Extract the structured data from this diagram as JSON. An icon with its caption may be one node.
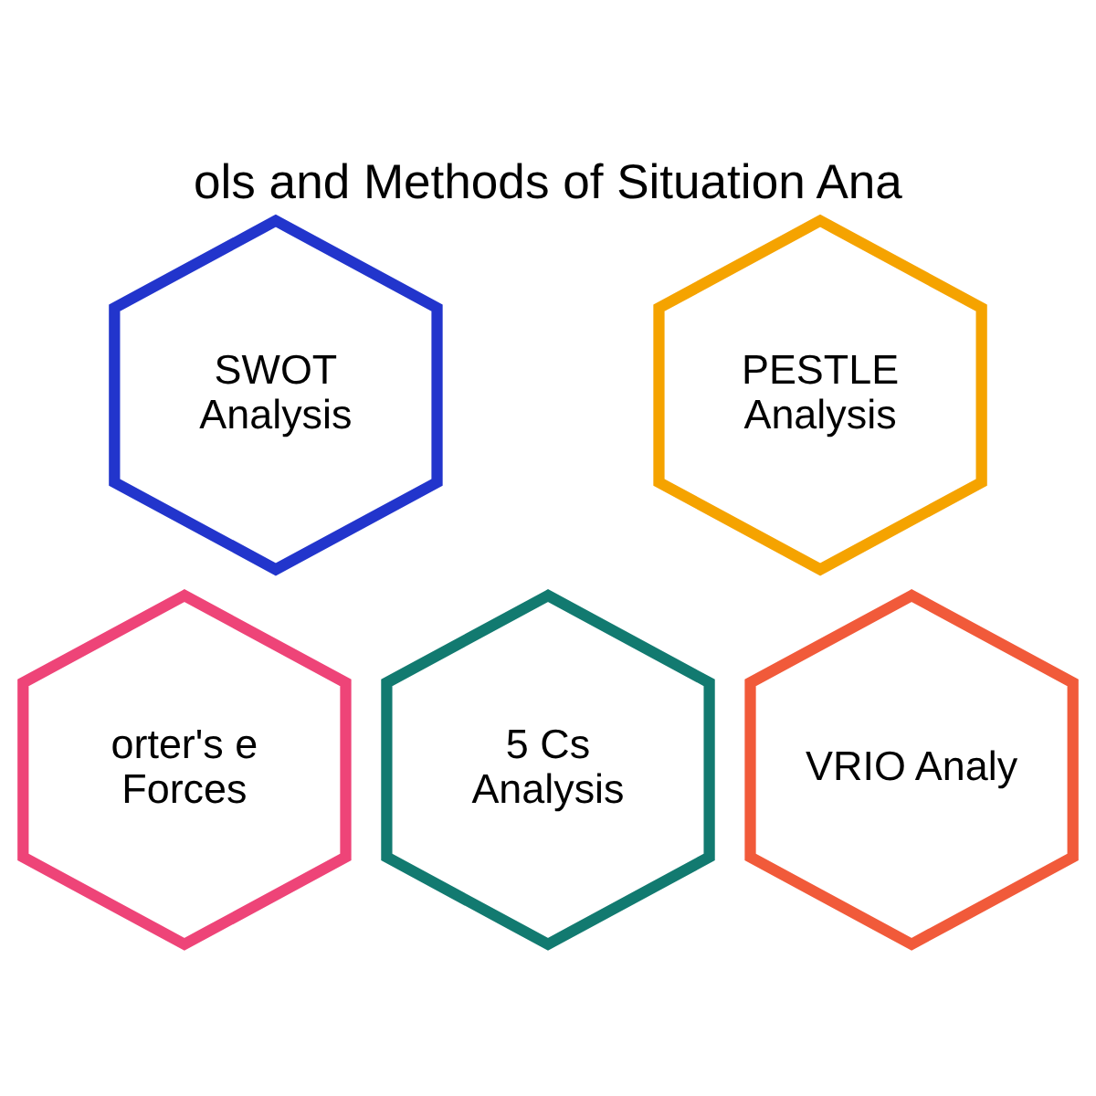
{
  "diagram": {
    "title": "ols and Methods of Situation Ana",
    "nodes": [
      {
        "text": [
          "SWOT Analysis"
        ]
      },
      {
        "text": [
          "PESTLE Analysis"
        ]
      },
      {
        "text": [
          "orter's e Forces"
        ]
      },
      {
        "text": [
          "5 Cs Analysis"
        ]
      },
      {
        "text": [
          "VRIO Analy"
        ]
      }
    ],
    "edges": []
  }
}
